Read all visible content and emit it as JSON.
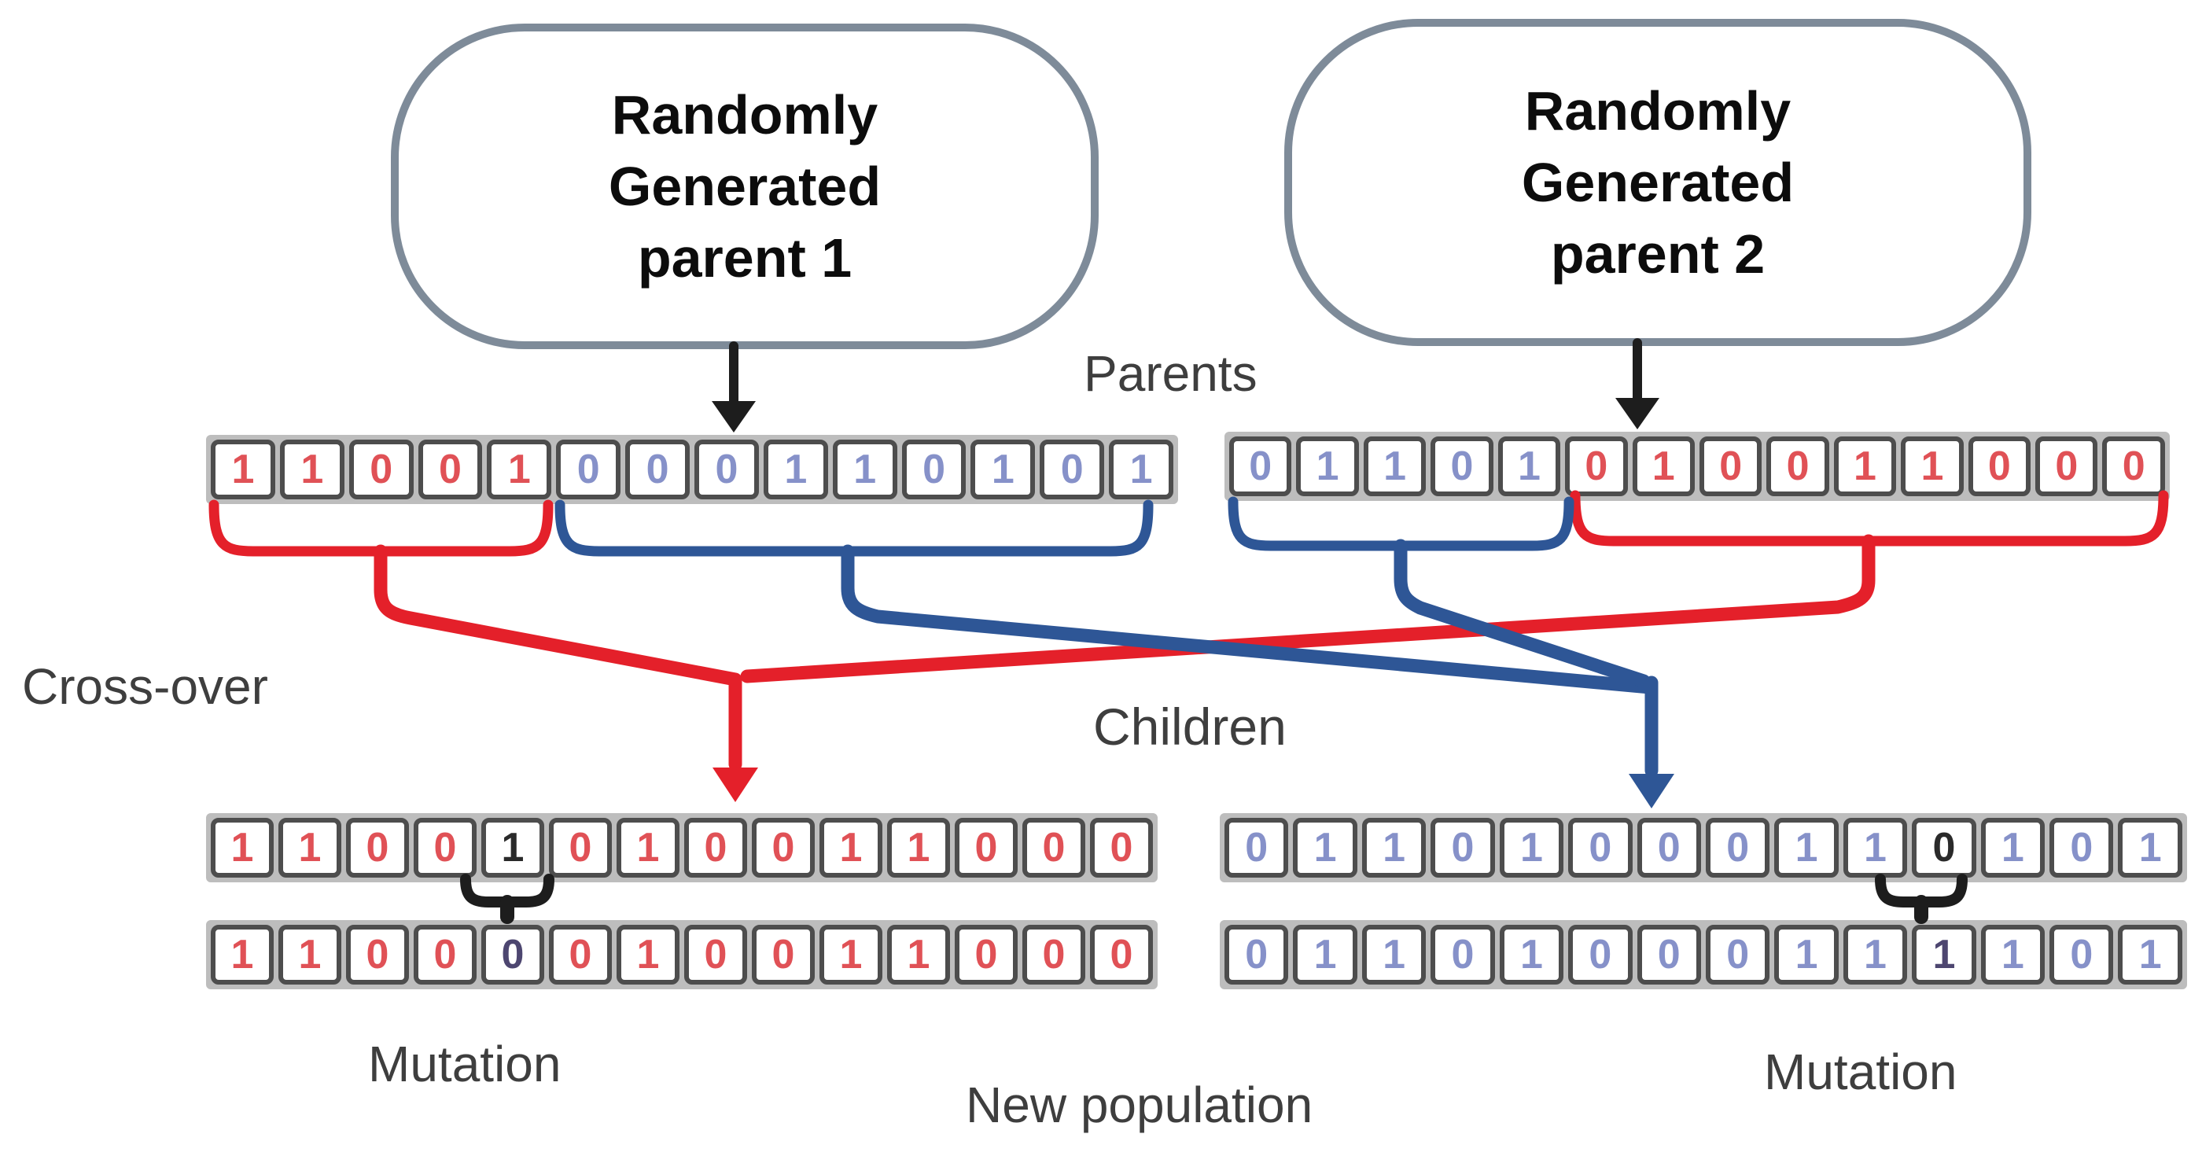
{
  "palette": {
    "red": "#e4202a",
    "blue": "#2e5696",
    "black": "#1d1d1d",
    "label": "#3e3e3e",
    "bubble_border": "#7e8b99",
    "cell_border": "#4d4d4d",
    "strip_bg": "#bdbdbd",
    "bit_red": "#e05156",
    "bit_blue": "#8691c9",
    "bit_black": "#2a2a2a",
    "bit_dark": "#4d4670"
  },
  "bubbles": {
    "parent1": "Randomly\nGenerated\nparent 1",
    "parent2": "Randomly\nGenerated\nparent 2"
  },
  "labels": {
    "parents": "Parents",
    "crossover": "Cross-over",
    "children": "Children",
    "mutation_left": "Mutation",
    "mutation_right": "Mutation",
    "new_population": "New population"
  },
  "strips": {
    "parent1": {
      "bits": [
        "1",
        "1",
        "0",
        "0",
        "1",
        "0",
        "0",
        "0",
        "1",
        "1",
        "0",
        "1",
        "0",
        "1"
      ],
      "colors": [
        "red",
        "red",
        "red",
        "red",
        "red",
        "blue",
        "blue",
        "blue",
        "blue",
        "blue",
        "blue",
        "blue",
        "blue",
        "blue"
      ]
    },
    "parent2": {
      "bits": [
        "0",
        "1",
        "1",
        "0",
        "1",
        "0",
        "1",
        "0",
        "0",
        "1",
        "1",
        "0",
        "0",
        "0"
      ],
      "colors": [
        "blue",
        "blue",
        "blue",
        "blue",
        "blue",
        "red",
        "red",
        "red",
        "red",
        "red",
        "red",
        "red",
        "red",
        "red"
      ]
    },
    "child1": {
      "bits": [
        "1",
        "1",
        "0",
        "0",
        "1",
        "0",
        "1",
        "0",
        "0",
        "1",
        "1",
        "0",
        "0",
        "0"
      ],
      "colors": [
        "red",
        "red",
        "red",
        "red",
        "black",
        "red",
        "red",
        "red",
        "red",
        "red",
        "red",
        "red",
        "red",
        "red"
      ]
    },
    "child2": {
      "bits": [
        "0",
        "1",
        "1",
        "0",
        "1",
        "0",
        "0",
        "0",
        "1",
        "1",
        "0",
        "1",
        "0",
        "1"
      ],
      "colors": [
        "blue",
        "blue",
        "blue",
        "blue",
        "blue",
        "blue",
        "blue",
        "blue",
        "blue",
        "blue",
        "black",
        "blue",
        "blue",
        "blue"
      ]
    },
    "mutated1": {
      "bits": [
        "1",
        "1",
        "0",
        "0",
        "0",
        "0",
        "1",
        "0",
        "0",
        "1",
        "1",
        "0",
        "0",
        "0"
      ],
      "colors": [
        "red",
        "red",
        "red",
        "red",
        "dark",
        "red",
        "red",
        "red",
        "red",
        "red",
        "red",
        "red",
        "red",
        "red"
      ]
    },
    "mutated2": {
      "bits": [
        "0",
        "1",
        "1",
        "0",
        "1",
        "0",
        "0",
        "0",
        "1",
        "1",
        "1",
        "1",
        "0",
        "1"
      ],
      "colors": [
        "blue",
        "blue",
        "blue",
        "blue",
        "blue",
        "blue",
        "blue",
        "blue",
        "blue",
        "blue",
        "dark",
        "blue",
        "blue",
        "blue"
      ]
    }
  }
}
